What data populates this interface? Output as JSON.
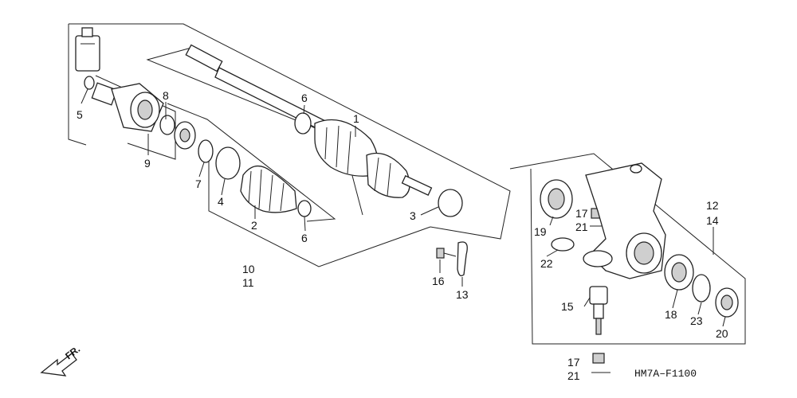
{
  "drawing_code": "HM7A–F1100",
  "direction": "FR.",
  "callouts": [
    "5",
    "8",
    "9",
    "7",
    "6",
    "1",
    "4",
    "2",
    "6",
    "3",
    "10",
    "11",
    "16",
    "13",
    "19",
    "17",
    "21",
    "22",
    "12",
    "14",
    "15",
    "18",
    "23",
    "20",
    "17",
    "21"
  ]
}
